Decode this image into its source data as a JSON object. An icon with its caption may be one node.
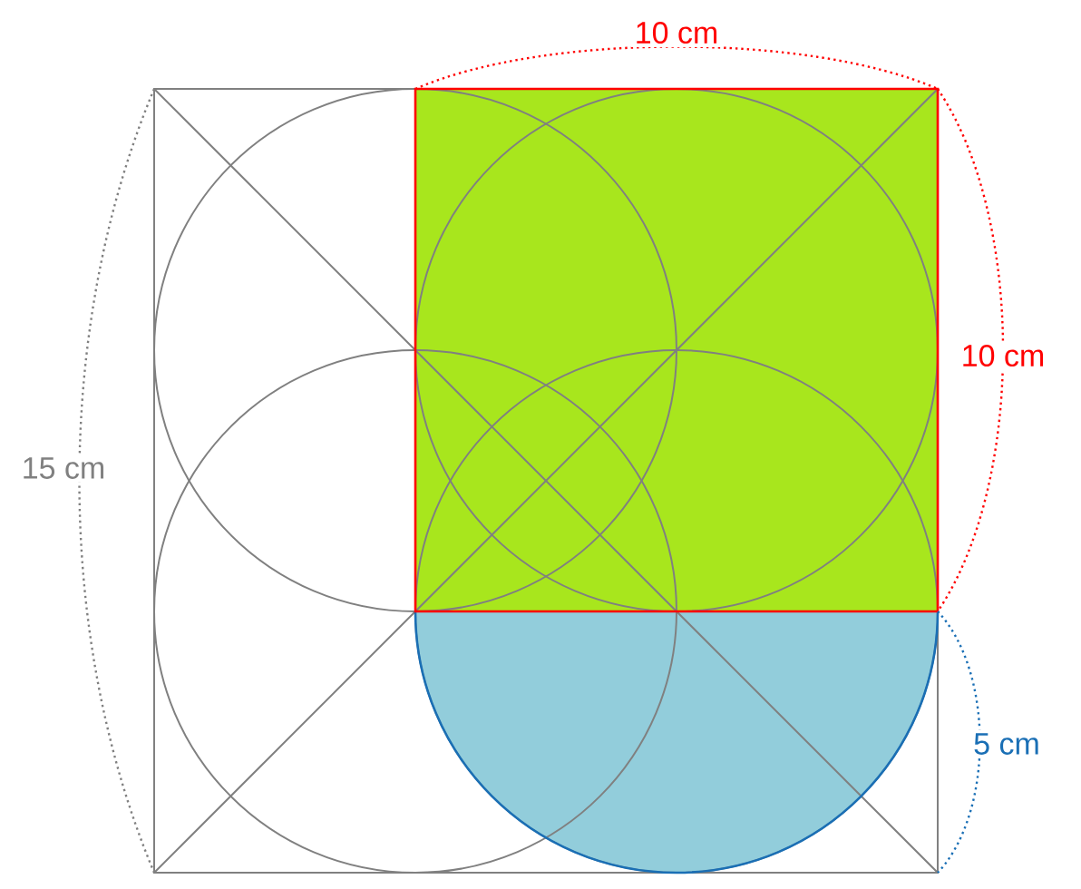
{
  "diagram": {
    "labels": [
      "10 cm",
      "10 cm",
      "15 cm",
      "5 cm"
    ]
  }
}
